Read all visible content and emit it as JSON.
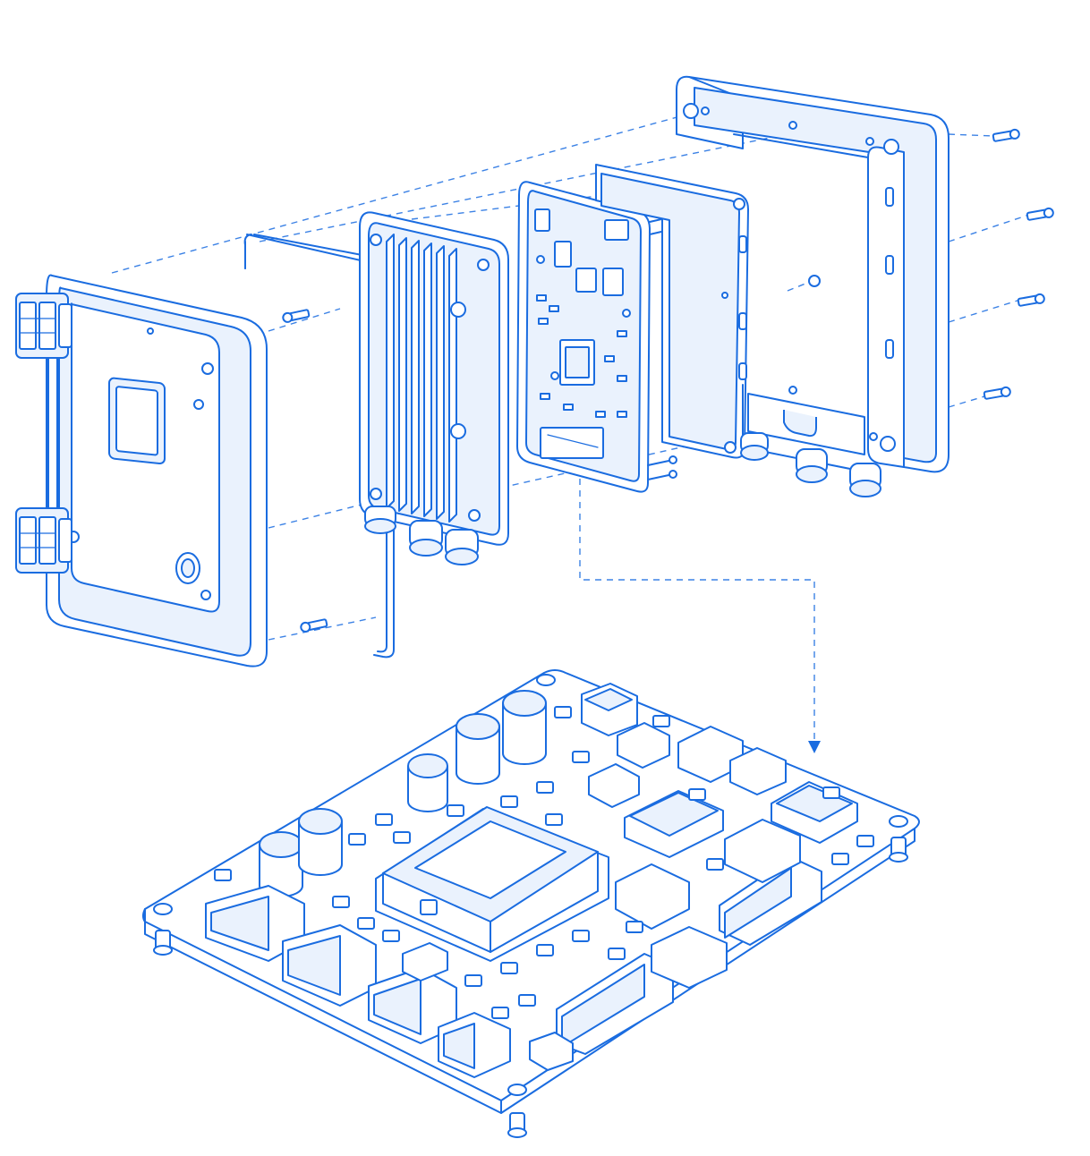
{
  "colors": {
    "ink": "#1a6ce0",
    "fill": "#eaf2fd",
    "background": "#ffffff"
  },
  "diagram": {
    "style": "exploded technical line drawing",
    "components": [
      {
        "id": "front-cover",
        "label": ""
      },
      {
        "id": "gasket",
        "label": ""
      },
      {
        "id": "heatsink",
        "label": ""
      },
      {
        "id": "circuit-board",
        "label": ""
      },
      {
        "id": "back-plate",
        "label": ""
      },
      {
        "id": "enclosure-housing",
        "label": ""
      },
      {
        "id": "screws",
        "label": ""
      },
      {
        "id": "pcb-detail",
        "label": ""
      }
    ]
  }
}
